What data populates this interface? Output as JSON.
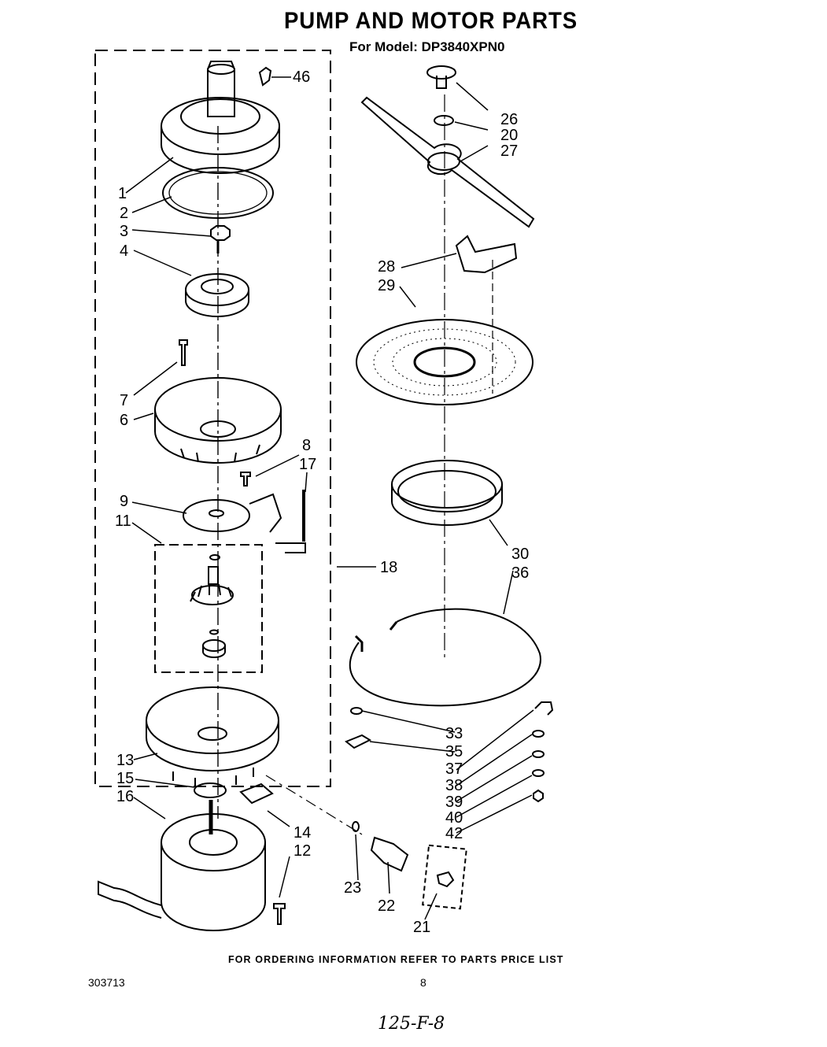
{
  "header": {
    "title": "PUMP AND MOTOR PARTS",
    "subtitle": "For Model: DP3840XPN0"
  },
  "footer": {
    "ordering_note": "FOR ORDERING INFORMATION REFER TO PARTS PRICE LIST",
    "document_number": "303713",
    "page_number": "8",
    "handwritten_note": "125-F-8"
  },
  "callouts": {
    "c1": "1",
    "c2": "2",
    "c3": "3",
    "c4": "4",
    "c6": "6",
    "c7": "7",
    "c8": "8",
    "c9": "9",
    "c11": "11",
    "c12": "12",
    "c13": "13",
    "c14": "14",
    "c15": "15",
    "c16": "16",
    "c17": "17",
    "c18": "18",
    "c20": "20",
    "c21": "21",
    "c22": "22",
    "c23": "23",
    "c26": "26",
    "c27": "27",
    "c28": "28",
    "c29": "29",
    "c30": "30",
    "c33": "33",
    "c35": "35",
    "c36": "36",
    "c37": "37",
    "c38": "38",
    "c39": "39",
    "c40": "40",
    "c42": "42",
    "c46": "46"
  }
}
